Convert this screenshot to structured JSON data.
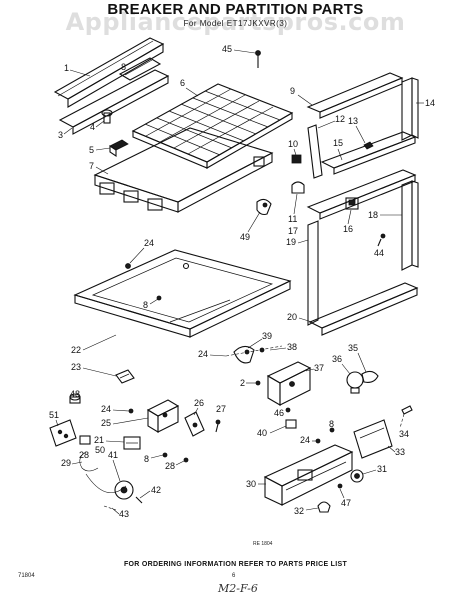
{
  "title": "BREAKER AND PARTITION PARTS",
  "subtitle": "For Model ET17JKXVR(3)",
  "watermark": "Appliancepartspros.com",
  "footer_note": "FOR ORDERING INFORMATION REFER TO PARTS PRICE LIST",
  "code_left": "71804",
  "page_number": "6",
  "diagram_id": "RE 1804",
  "handwritten_note": "M2-F-6",
  "callouts": {
    "c1": "1",
    "c2": "2",
    "c3": "3",
    "c4": "4",
    "c5": "5",
    "c6": "6",
    "c7": "7",
    "c8a": "8",
    "c8b": "8",
    "c8c": "8",
    "c8d": "8",
    "c9": "9",
    "c10": "10",
    "c11": "11",
    "c12": "12",
    "c13": "13",
    "c14": "14",
    "c15": "15",
    "c16": "16",
    "c17": "17",
    "c18": "18",
    "c19": "19",
    "c20": "20",
    "c21": "21",
    "c22": "22",
    "c23": "23",
    "c24a": "24",
    "c24b": "24",
    "c24c": "24",
    "c24d": "24",
    "c25": "25",
    "c26": "26",
    "c27": "27",
    "c28a": "28",
    "c28b": "28",
    "c29": "29",
    "c30": "30",
    "c31": "31",
    "c32": "32",
    "c33": "33",
    "c34": "34",
    "c35": "35",
    "c36": "36",
    "c37": "37",
    "c38": "38",
    "c39": "39",
    "c40": "40",
    "c41": "41",
    "c42": "42",
    "c43": "43",
    "c44": "44",
    "c45": "45",
    "c46": "46",
    "c47": "47",
    "c48": "48",
    "c49": "49",
    "c50": "50",
    "c51": "51"
  }
}
